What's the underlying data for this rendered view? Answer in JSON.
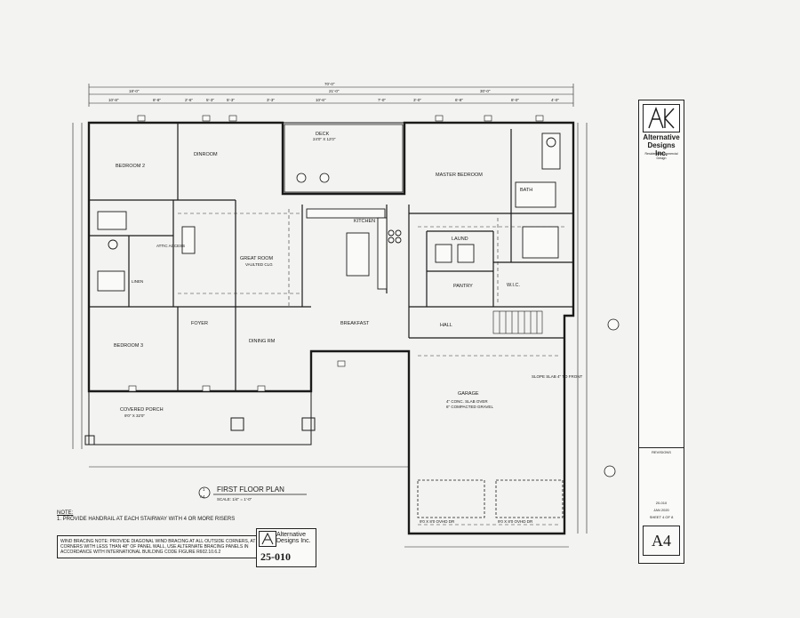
{
  "plan": {
    "title": "FIRST FLOOR PLAN",
    "scale": "SCALE: 1/4\" = 1'-0\"",
    "detail_num": "1",
    "detail_sheet": "A4"
  },
  "dims_top": [
    "70'-0\"",
    "18'-0\"",
    "21'-0\"",
    "30'-0\"",
    "10'-8\"",
    "8'-8\"",
    "2'-6\"",
    "5'-3\"",
    "5'-3\"",
    "3'-3\"",
    "10'-6\"",
    "7'-0\"",
    "3'-0\"",
    "6'-8\"",
    "8'-0\"",
    "4'-0\""
  ],
  "rooms": {
    "bedroom2": "BEDROOM 2",
    "bedroom3": "BEDROOM 3",
    "dinroom": "DINROOM",
    "great_room": "GREAT ROOM",
    "great_room_sub": "VAULTED CLG",
    "kitchen": "KITCHEN",
    "master": "MASTER BEDROOM",
    "bath": "BATH",
    "laund": "LAUND",
    "pantry": "PANTRY",
    "wic": "W.I.C.",
    "foyer": "FOYER",
    "dining": "DINING RM",
    "breakfast": "BREAKFAST",
    "hall": "HALL",
    "garage": "GARAGE",
    "covered_porch": "COVERED PORCH",
    "porch_size": "9'0\" X 32'0\"",
    "deck": "DECK",
    "deck_size": "24'0\" X 12'0\"",
    "linen": "LINEN",
    "attic": "ATTIC ACCESS"
  },
  "garage_notes": [
    "4\" CONC. SLAB OVER",
    "6\" COMPACTED GRAVEL"
  ],
  "garage_doors": [
    "9'0 X 8'0 OVHD DR",
    "9'0 X 8'0 OVHD DR"
  ],
  "slope": "SLOPE SLAB 4\" TO FRONT",
  "note": {
    "heading": "NOTE:",
    "text": "1. PROVIDE HANDRAIL AT EACH STAIRWAY WITH 4 OR MORE RISERS"
  },
  "wind_bracing": "WIND BRACING NOTE: PROVIDE DIAGONAL WIND BRACING AT ALL OUTSIDE CORNERS, AT CORNERS WITH LESS THAN 48\" OF PANEL WALL, USE ALTERNATE BRACING PANELS IN ACCORDANCE WITH INTERNATIONAL BUILDING CODE FIGURE R602.10.6.2",
  "title_block": {
    "company": "Alternative Designs Inc.",
    "tagline": "Residential/Commercial Design",
    "revisions": "REVISIONS",
    "project": "20-010",
    "date": "JAN 2020",
    "sheet_of": "SHEET 4 OF 8",
    "sheet": "A4"
  },
  "stamp": {
    "company": "Alternative Designs Inc.",
    "number": "25-010"
  },
  "colors": {
    "ink": "#1a1a1a",
    "paper": "#f3f3f1"
  }
}
